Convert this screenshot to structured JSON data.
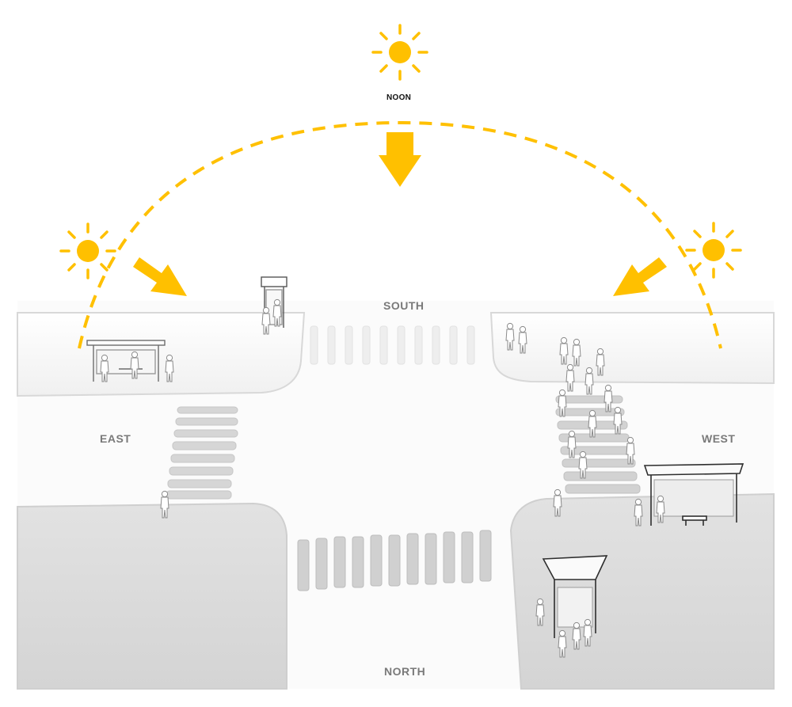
{
  "labels": {
    "noon": "NOON",
    "south": "SOUTH",
    "east": "EAST",
    "west": "WEST",
    "north": "NORTH"
  },
  "colors": {
    "sun": "#FFC000",
    "sun_arc": "#FFC000",
    "sidewalk_light": "#F6F6F6",
    "sidewalk_dark": "#DCDCDC",
    "road": "#FAFAFA",
    "crosswalk": "#C9C9C9",
    "label_text": "#7A7A7A"
  },
  "icons": [
    "sun-icon",
    "arrow-down-icon",
    "arrow-southeast-icon",
    "arrow-southwest-icon",
    "bus-shelter-icon",
    "pedestrian-icon",
    "bench-icon"
  ]
}
